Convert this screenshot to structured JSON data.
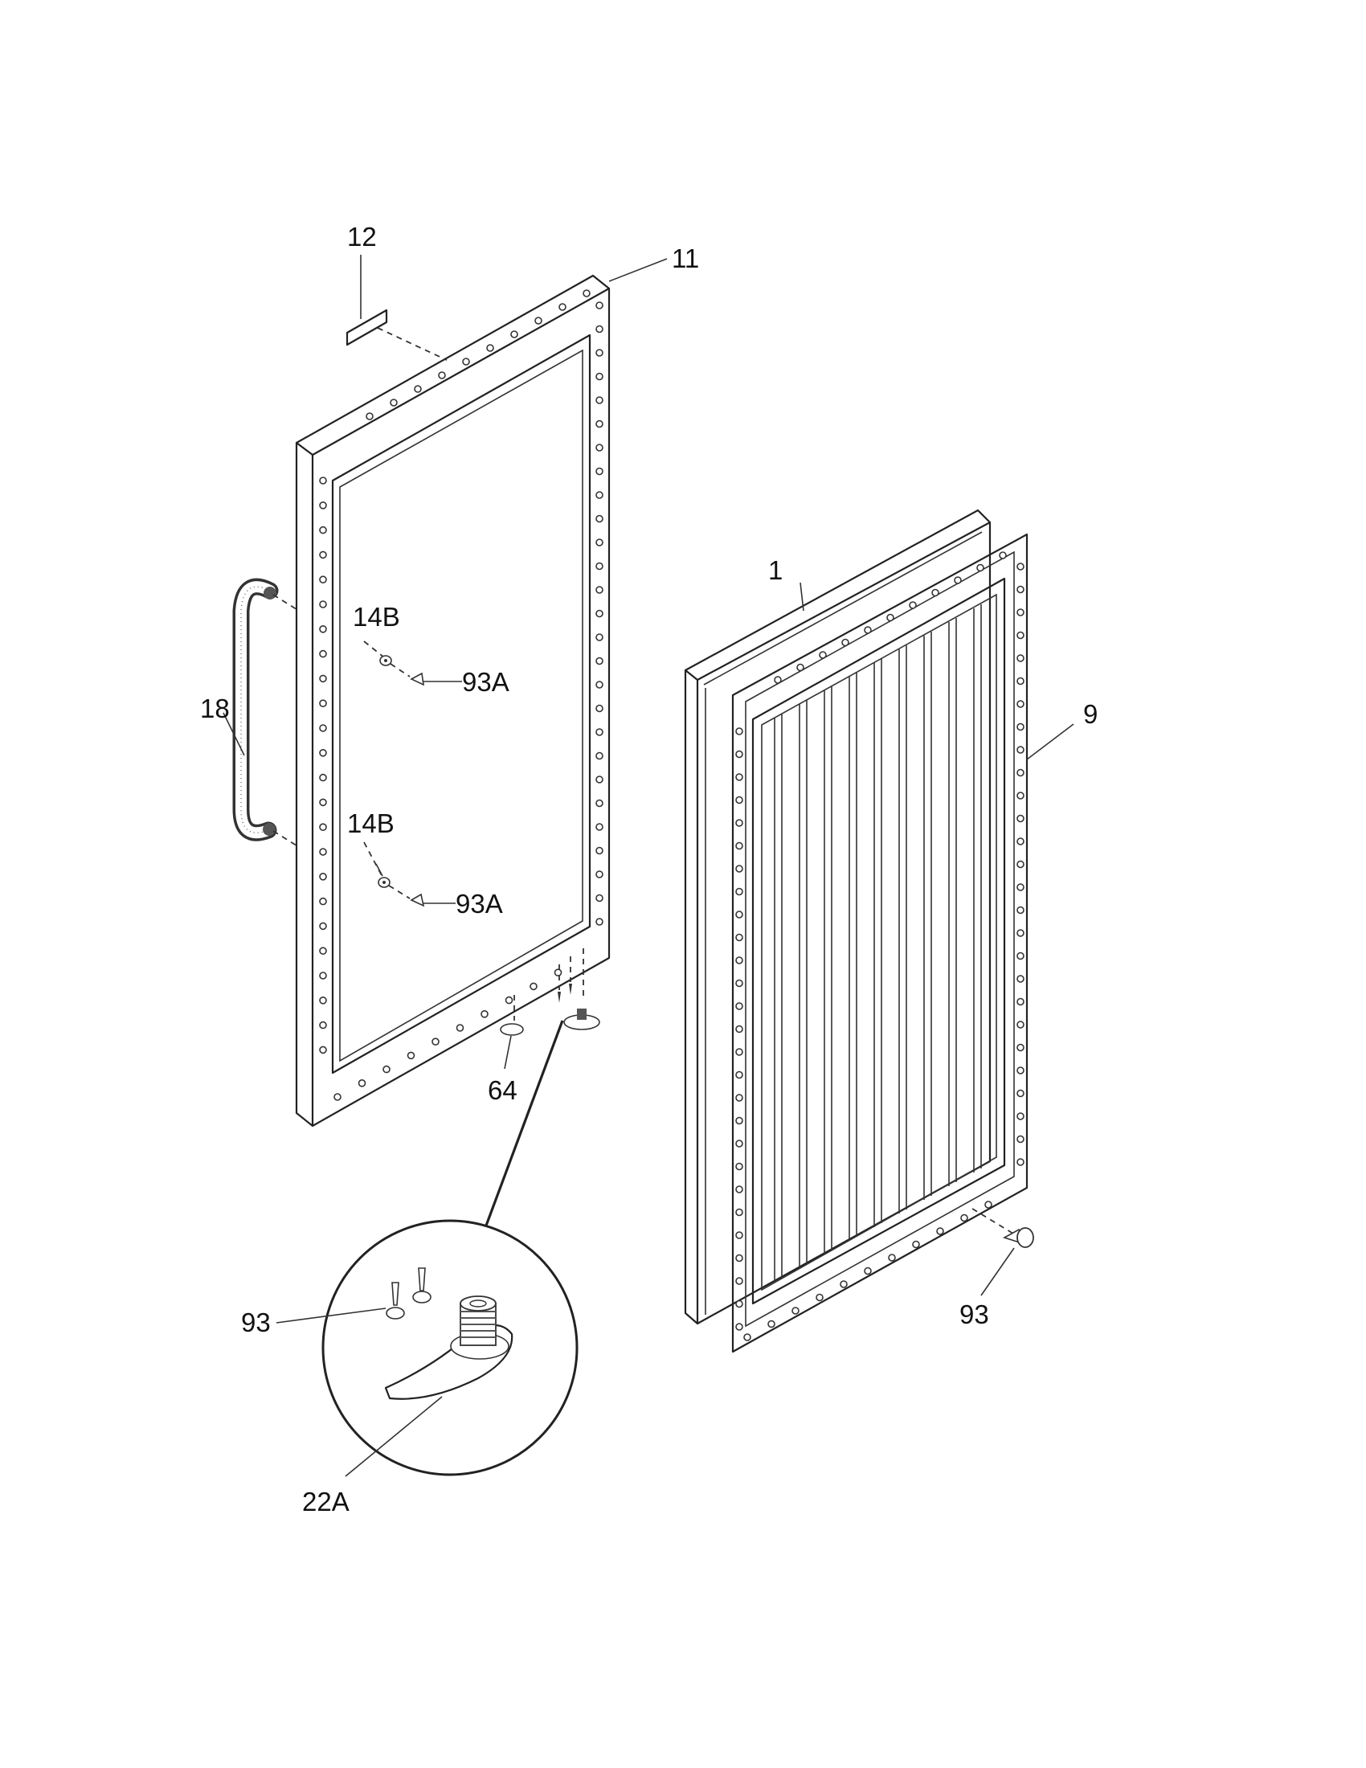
{
  "callouts": {
    "c1": "1",
    "c9": "9",
    "c11": "11",
    "c12": "12",
    "c14b_top": "14B",
    "c14b_bottom": "14B",
    "c18": "18",
    "c22a": "22A",
    "c64": "64",
    "c93_detail": "93",
    "c93_liner": "93",
    "c93a_top": "93A",
    "c93a_bottom": "93A"
  }
}
